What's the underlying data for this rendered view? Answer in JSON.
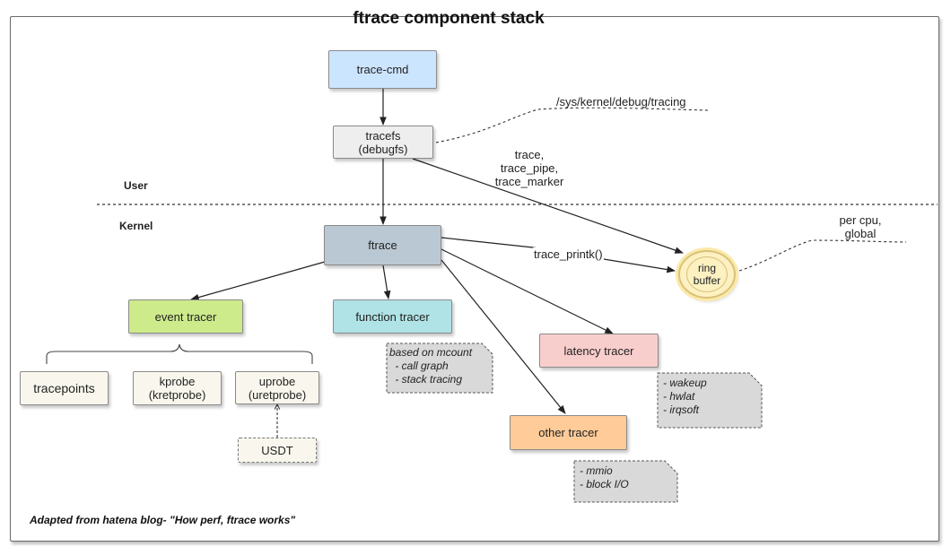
{
  "title": "ftrace component stack",
  "regions": {
    "user": "User",
    "kernel": "Kernel"
  },
  "nodes": {
    "trace_cmd": "trace-cmd",
    "tracefs": [
      "tracefs",
      "(debugfs)"
    ],
    "ftrace": "ftrace",
    "ring_buffer": [
      "ring",
      "buffer"
    ],
    "event_tracer": "event tracer",
    "function_tracer": "function tracer",
    "latency_tracer": "latency tracer",
    "other_tracer": "other tracer",
    "tracepoints": "tracepoints",
    "kprobe": [
      "kprobe",
      "(kretprobe)"
    ],
    "uprobe": [
      "uprobe",
      "(uretprobe)"
    ],
    "usdt": "USDT"
  },
  "labels": {
    "sys_path": "/sys/kernel/debug/tracing",
    "trace_files": [
      "trace,",
      "trace_pipe,",
      "trace_marker"
    ],
    "trace_printk": "trace_printk()",
    "per_cpu": [
      "per cpu,",
      "global"
    ]
  },
  "notes": {
    "function": [
      "based on mcount",
      " - call graph",
      " - stack tracing"
    ],
    "latency": [
      "- wakeup",
      "- hwlat",
      "- irqsoft"
    ],
    "other": [
      "- mmio",
      "- block I/O"
    ]
  },
  "caption": "Adapted from hatena blog- \"How perf, ftrace works\"",
  "colors": {
    "trace_cmd": "#cce5ff",
    "tracefs": "#eeeeee",
    "ftrace": "#bac8d3",
    "event_tracer": "#cdeb8b",
    "function_tracer": "#b0e3e6",
    "latency_tracer": "#f8cecc",
    "other_tracer": "#ffcc99",
    "probe_boxes": "#f9f7ed",
    "ring_buffer": "#fdf1c2"
  }
}
